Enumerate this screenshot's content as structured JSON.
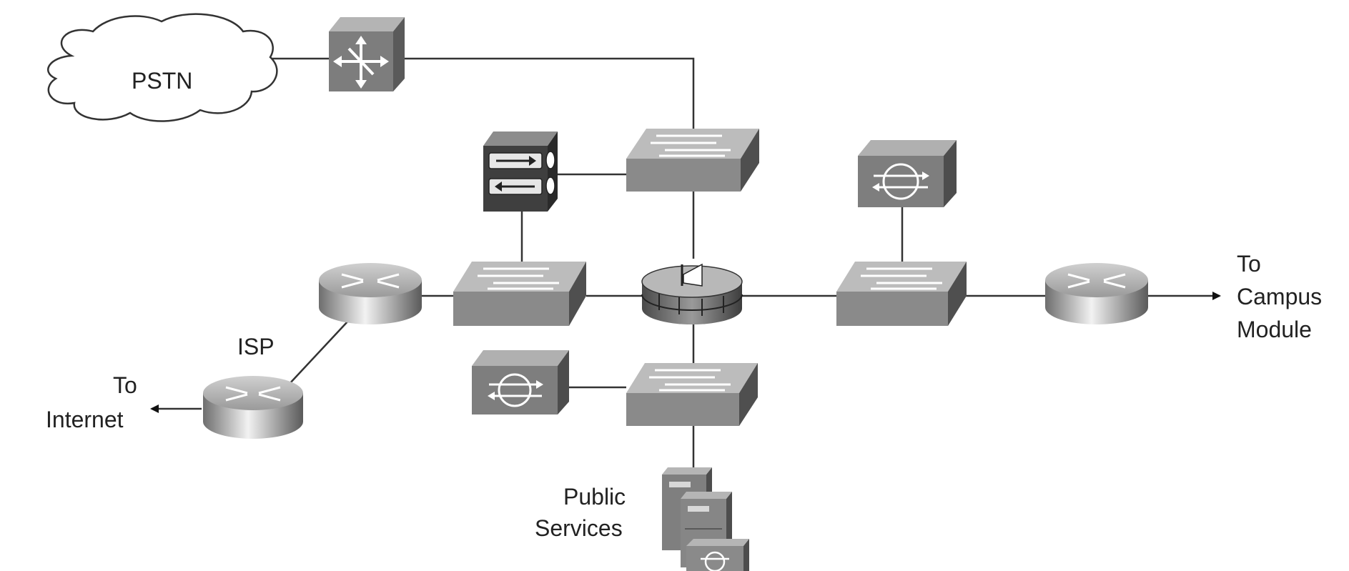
{
  "labels": {
    "pstn": "PSTN",
    "isp": "ISP",
    "to_internet": [
      "To",
      "Internet"
    ],
    "to_campus": [
      "To",
      "Campus",
      "Module"
    ],
    "public_services": [
      "Public",
      "Services"
    ]
  },
  "colors": {
    "device_front": "#8a8a8a",
    "device_top": "#b9b9b9",
    "device_side": "#5d5d5d",
    "dark_device": "#3c3c3c",
    "link": "#333333",
    "text": "#222222"
  },
  "icons": [
    "cloud-icon",
    "pbx-icon",
    "switch-icon",
    "router-icon",
    "firewall-icon",
    "vpn-concentrator-icon",
    "ids-icon",
    "server-icon"
  ]
}
